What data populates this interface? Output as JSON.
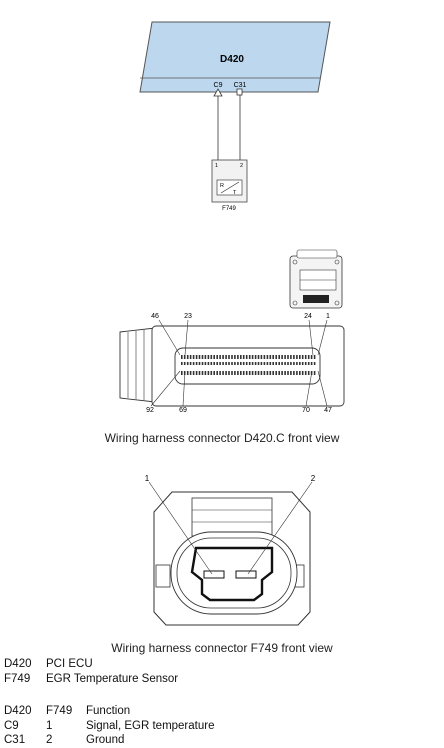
{
  "schematic": {
    "ecu_label": "D420",
    "pin_left": "C9",
    "pin_right": "C31",
    "sensor_pin1": "1",
    "sensor_pin2": "2",
    "sensor_symbol_r": "R",
    "sensor_symbol_t": "T",
    "sensor_label": "F749"
  },
  "connector_d420": {
    "pin_labels": {
      "p46": "46",
      "p23": "23",
      "p24": "24",
      "p1": "1",
      "p92": "92",
      "p69": "69",
      "p70": "70",
      "p47": "47"
    },
    "caption": "Wiring harness connector D420.C front view"
  },
  "connector_f749": {
    "pin1": "1",
    "pin2": "2",
    "caption": "Wiring harness connector F749 front view"
  },
  "legend": {
    "components": [
      {
        "code": "D420",
        "name": "PCI ECU"
      },
      {
        "code": "F749",
        "name": "EGR Temperature Sensor"
      }
    ],
    "table_header": {
      "col1": "D420",
      "col2": "F749",
      "col3": "Function"
    },
    "rows": [
      {
        "d420": "C9",
        "f749": "1",
        "function": "Signal, EGR temperature"
      },
      {
        "d420": "C31",
        "f749": "2",
        "function": "Ground"
      }
    ]
  },
  "colors": {
    "ecu_fill": "#bcd7ee",
    "line": "#222222"
  }
}
